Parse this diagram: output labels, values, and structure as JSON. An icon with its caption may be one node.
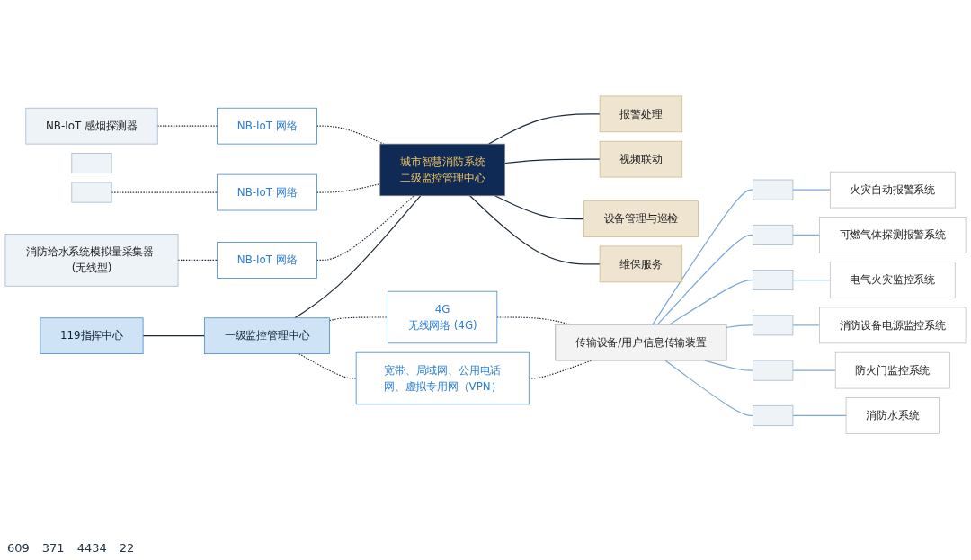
{
  "diagram": {
    "nodes": [
      {
        "text": [
          "NB-IoT 感烟探测器"
        ]
      },
      {
        "text": [
          "NB-IoT 网络"
        ]
      },
      {
        "text": [],
        "shape": "box"
      },
      {
        "text": [],
        "shape": "box"
      },
      {
        "text": [
          "NB-IoT 网络"
        ]
      },
      {
        "text": [
          "消防给水系统模拟量采集器 (无线型)"
        ]
      },
      {
        "text": [
          "NB-IoT 网络"
        ]
      },
      {
        "text": [
          "119指挥中心"
        ]
      },
      {
        "text": [
          "一级监控管理中心"
        ]
      },
      {
        "text": [
          "城市智慧消防系统",
          "二级监控管理中心"
        ]
      },
      {
        "text": [
          "报警处理"
        ]
      },
      {
        "text": [
          "视频联动"
        ]
      },
      {
        "text": [
          "设备管理与巡检"
        ]
      },
      {
        "text": [
          "维保服务"
        ]
      },
      {
        "text": [
          "4G",
          "无线网络 (4G)"
        ]
      },
      {
        "text": [
          "宽带、局域网、公用电话网、虚拟专用网（VPN）"
        ]
      },
      {
        "text": [
          "传输设备/用户信息传输装置"
        ]
      },
      {
        "text": [],
        "shape": "box"
      },
      {
        "text": [],
        "shape": "box"
      },
      {
        "text": [],
        "shape": "box"
      },
      {
        "text": [],
        "shape": "box"
      },
      {
        "text": [],
        "shape": "box"
      },
      {
        "text": [],
        "shape": "box"
      },
      {
        "text": [
          "火灾自动报警系统"
        ]
      },
      {
        "text": [
          "可燃气体探测报警系统"
        ]
      },
      {
        "text": [
          "电气火灾监控系统"
        ]
      },
      {
        "text": [
          "消防设备电源监控系统"
        ]
      },
      {
        "text": [
          "防火门监控系统"
        ]
      },
      {
        "text": [
          "消防水系统"
        ]
      }
    ],
    "edges": [
      {
        "from": 0,
        "to": 1,
        "arrow": "none",
        "style": "dashed"
      },
      {
        "from": 1,
        "to": 9,
        "arrow": "none",
        "style": "dashed"
      },
      {
        "from": 3,
        "to": 4,
        "arrow": "none",
        "style": "dashed"
      },
      {
        "from": 4,
        "to": 9,
        "arrow": "none",
        "style": "dashed"
      },
      {
        "from": 5,
        "to": 6,
        "arrow": "none",
        "style": "dashed"
      },
      {
        "from": 6,
        "to": 9,
        "arrow": "none",
        "style": "dashed"
      },
      {
        "from": 7,
        "to": 8,
        "arrow": "none"
      },
      {
        "from": 8,
        "to": 9,
        "arrow": "none"
      },
      {
        "from": 9,
        "to": 10,
        "arrow": "none"
      },
      {
        "from": 9,
        "to": 11,
        "arrow": "none"
      },
      {
        "from": 9,
        "to": 12,
        "arrow": "none"
      },
      {
        "from": 9,
        "to": 13,
        "arrow": "none"
      },
      {
        "from": 8,
        "to": 14,
        "arrow": "none",
        "style": "dashed"
      },
      {
        "from": 8,
        "to": 15,
        "arrow": "none",
        "style": "dashed"
      },
      {
        "from": 14,
        "to": 16,
        "arrow": "none",
        "style": "dashed"
      },
      {
        "from": 15,
        "to": 16,
        "arrow": "none",
        "style": "dashed"
      },
      {
        "from": 16,
        "to": 17,
        "arrow": "none",
        "color": "#7aa7d8"
      },
      {
        "from": 16,
        "to": 18,
        "arrow": "none",
        "color": "#7aa7d8"
      },
      {
        "from": 16,
        "to": 19,
        "arrow": "none",
        "color": "#7aa7d8"
      },
      {
        "from": 16,
        "to": 20,
        "arrow": "none",
        "color": "#7aa7d8"
      },
      {
        "from": 16,
        "to": 21,
        "arrow": "none",
        "color": "#7aa7d8"
      },
      {
        "from": 16,
        "to": 22,
        "arrow": "none",
        "color": "#7aa7d8"
      },
      {
        "from": 17,
        "to": 23,
        "arrow": "none",
        "color": "#7aa7d8"
      },
      {
        "from": 18,
        "to": 24,
        "arrow": "none",
        "color": "#7aa7d8"
      },
      {
        "from": 19,
        "to": 25,
        "arrow": "none",
        "color": "#7aa7d8"
      },
      {
        "from": 20,
        "to": 26,
        "arrow": "none",
        "color": "#7aa7d8"
      },
      {
        "from": 21,
        "to": 27,
        "arrow": "none",
        "color": "#7aa7d8"
      },
      {
        "from": 22,
        "to": 28,
        "arrow": "none",
        "color": "#7aa7d8"
      }
    ],
    "labels": [
      "609",
      "371",
      "4434",
      "22"
    ]
  }
}
